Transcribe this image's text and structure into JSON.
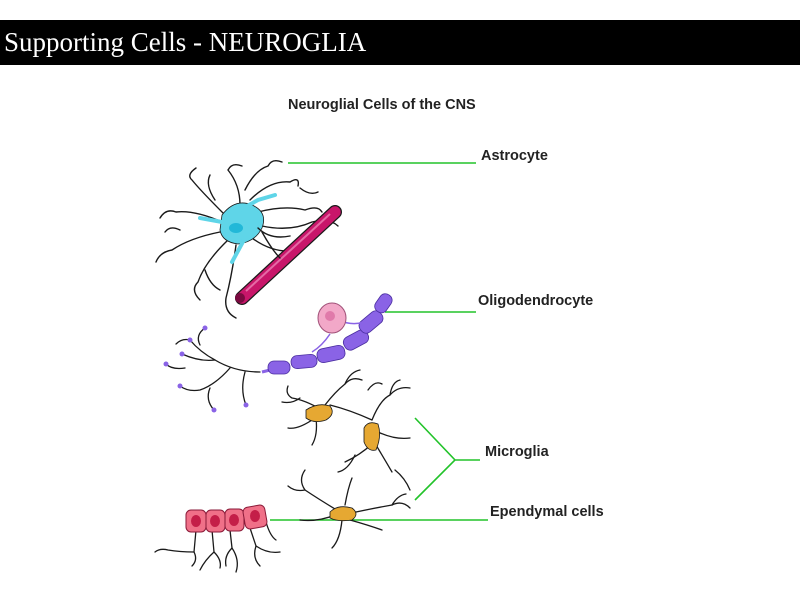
{
  "slide": {
    "title": "Supporting Cells - NEUROGLIA"
  },
  "figure": {
    "heading": "Neuroglial Cells of the CNS",
    "labels": {
      "astrocyte": "Astrocyte",
      "oligodendrocyte": "Oligodendrocyte",
      "microglia": "Microglia",
      "ependymal": "Ependymal cells"
    },
    "colors": {
      "leader_line": "#22c32a",
      "astrocyte_body": "#5fd5e8",
      "astrocyte_nucleus": "#22b8d8",
      "capillary": "#c8166a",
      "oligodendrocyte_body": "#f2a8c8",
      "myelin": "#8a63e6",
      "microglia": "#e6a832",
      "ependymal": "#f07088"
    }
  }
}
